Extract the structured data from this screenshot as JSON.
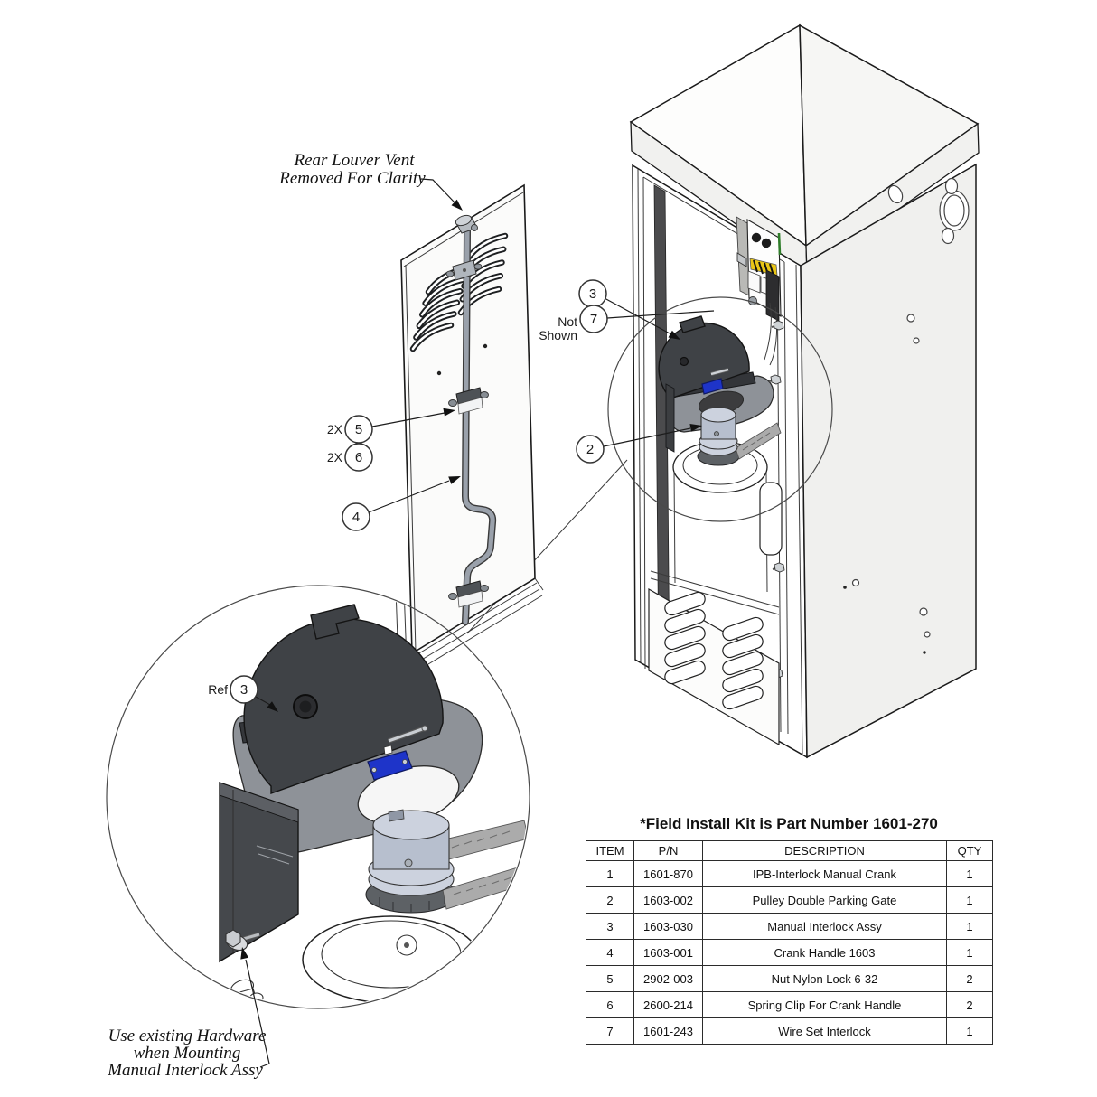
{
  "page": {
    "background": "#ffffff"
  },
  "labels": {
    "rear_vent": [
      "Rear Louver Vent",
      "Removed For Clarity"
    ],
    "not_shown": [
      "Not",
      "Shown"
    ],
    "hardware": [
      "Use existing Hardware",
      "when Mounting",
      "Manual Interlock Assy"
    ],
    "ref_prefix": "Ref",
    "qty2_prefix": "2X"
  },
  "balloons": {
    "item3": "3",
    "item7": "7",
    "item2": "2",
    "item5": "5",
    "item6": "6",
    "item4": "4",
    "ref3": "3"
  },
  "parts_table": {
    "title": "*Field Install Kit is Part Number 1601-270",
    "headers": [
      "ITEM",
      "P/N",
      "DESCRIPTION",
      "QTY"
    ],
    "rows": [
      [
        "1",
        "1601-870",
        "IPB-Interlock Manual Crank",
        "1"
      ],
      [
        "2",
        "1603-002",
        "Pulley Double Parking Gate",
        "1"
      ],
      [
        "3",
        "1603-030",
        "Manual Interlock Assy",
        "1"
      ],
      [
        "4",
        "1603-001",
        "Crank Handle 1603",
        "1"
      ],
      [
        "5",
        "2902-003",
        "Nut Nylon Lock 6-32",
        "2"
      ],
      [
        "6",
        "2600-214",
        "Spring Clip For Crank Handle",
        "2"
      ],
      [
        "7",
        "1601-243",
        "Wire Set Interlock",
        "1"
      ]
    ]
  },
  "colors": {
    "page_bg": "#ffffff",
    "dark_part": "#3f4246",
    "plate_gray": "#8e9298",
    "switch_blue": "#1e34c9",
    "terminal_yellow": "#e9c616",
    "wire_green": "#2f7d2a",
    "pulley_light": "#ccd2de",
    "pulley_mid": "#b7bfce",
    "knurl_dark": "#5d6165",
    "belt_gray": "#ababab",
    "metal_gray": "#b2b8bf",
    "face_shade": "#f0f0ee"
  }
}
